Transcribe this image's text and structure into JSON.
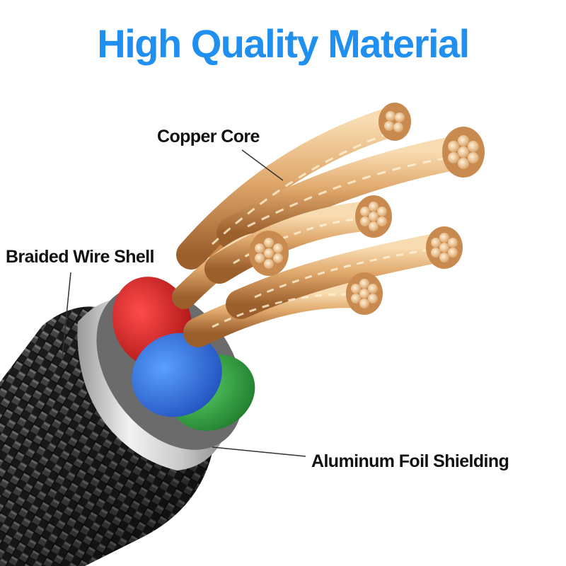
{
  "title": "High Quality Material",
  "labels": {
    "copper_core": "Copper Core",
    "braided_wire_shell": "Braided Wire Shell",
    "aluminum_foil_shielding": "Aluminum Foil Shielding"
  },
  "colors": {
    "title": "#1f8ff0",
    "label": "#111111",
    "copper": "#e6b27a",
    "braid": "#2a2a2a",
    "foil": "#d9d9d9",
    "insulation_red": "#d42121",
    "insulation_blue": "#2f6fe0",
    "insulation_green": "#2ea03c",
    "insulation_orange": "#c98a45"
  }
}
